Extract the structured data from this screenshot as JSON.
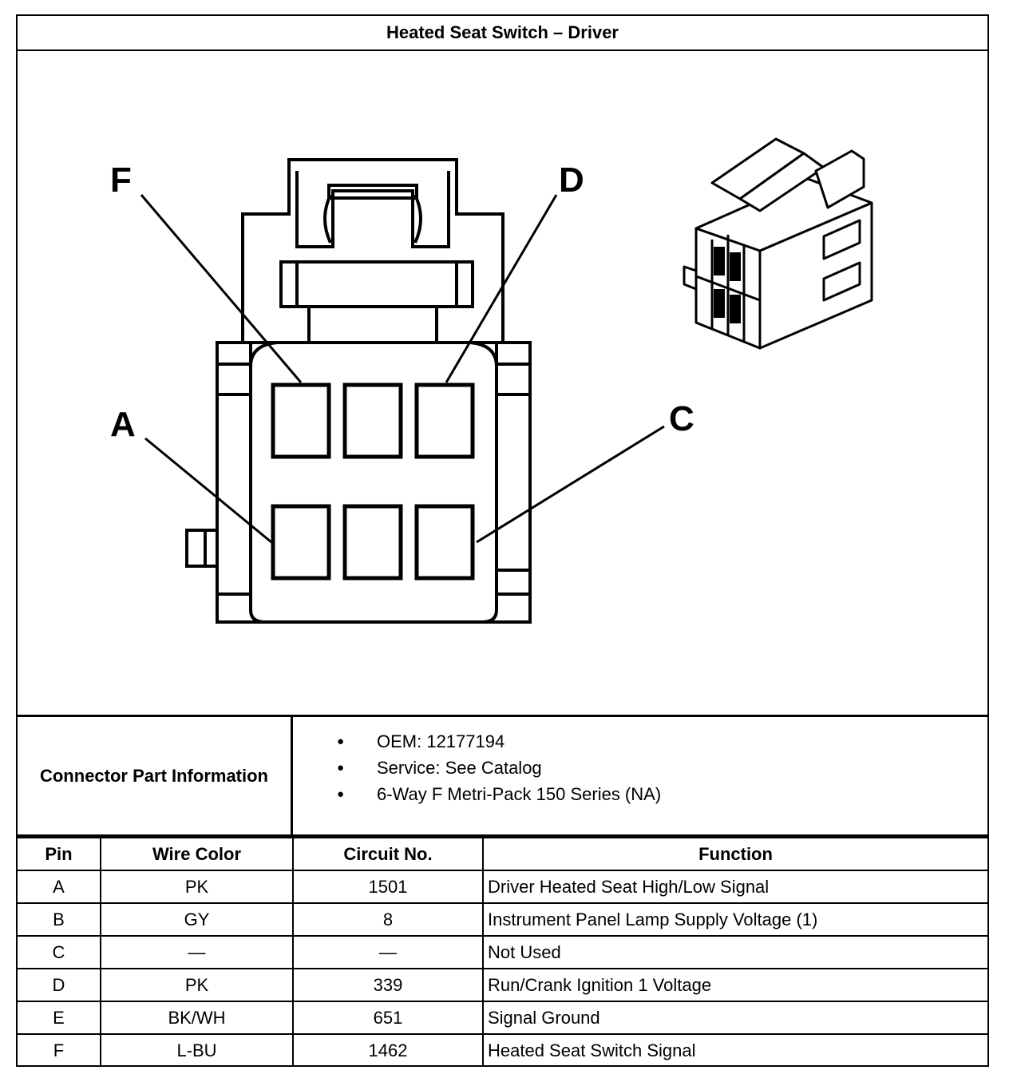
{
  "title": "Heated Seat Switch – Driver",
  "diagram": {
    "callouts": [
      "F",
      "D",
      "A",
      "C"
    ]
  },
  "connector_info": {
    "label": "Connector Part Information",
    "items": [
      "OEM: 12177194",
      "Service: See Catalog",
      "6-Way F Metri-Pack 150 Series (NA)"
    ]
  },
  "table": {
    "headers": [
      "Pin",
      "Wire Color",
      "Circuit No.",
      "Function"
    ],
    "rows": [
      {
        "pin": "A",
        "color": "PK",
        "circuit": "1501",
        "function": "Driver Heated Seat High/Low Signal"
      },
      {
        "pin": "B",
        "color": "GY",
        "circuit": "8",
        "function": "Instrument Panel Lamp Supply Voltage (1)"
      },
      {
        "pin": "C",
        "color": "—",
        "circuit": "—",
        "function": "Not Used"
      },
      {
        "pin": "D",
        "color": "PK",
        "circuit": "339",
        "function": "Run/Crank Ignition 1 Voltage"
      },
      {
        "pin": "E",
        "color": "BK/WH",
        "circuit": "651",
        "function": "Signal Ground"
      },
      {
        "pin": "F",
        "color": "L-BU",
        "circuit": "1462",
        "function": "Heated Seat Switch Signal"
      }
    ]
  }
}
